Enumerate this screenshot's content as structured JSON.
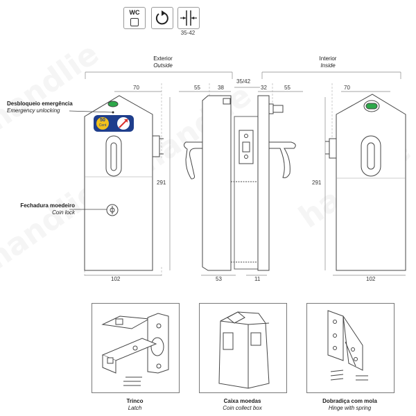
{
  "icons": {
    "wc_label": "WC",
    "thickness_range": "35-42"
  },
  "headers": {
    "exterior": "Exterior",
    "exterior_en": "Outside",
    "interior": "Interior",
    "interior_en": "Inside"
  },
  "callouts": {
    "emergency": "Desbloqueio emergência",
    "emergency_en": "Emergency unlocking",
    "coin": "Fechadura moedeiro",
    "coin_en": "Coin lock",
    "badge_value": "50",
    "badge_unit": "Cent"
  },
  "dimensions": {
    "left_width_top": "70",
    "left_height": "291",
    "left_width_bottom": "102",
    "side_55_left": "55",
    "side_38": "38",
    "side_door": "35/42",
    "side_32": "32",
    "side_55_right": "55",
    "side_53": "53",
    "side_11": "11",
    "right_width_top": "70",
    "right_height": "291",
    "right_width_bottom": "102"
  },
  "accessories": [
    {
      "label": "Trinco",
      "label_en": "Latch",
      "icon": "latch-icon"
    },
    {
      "label": "Caixa moedas",
      "label_en": "Coin collect box",
      "icon": "coin-box-icon"
    },
    {
      "label": "Dobradiça com mola",
      "label_en": "Hinge with spring",
      "icon": "spring-hinge-icon"
    }
  ],
  "watermark": "handlie",
  "colors": {
    "indicator_green": "#2ea84a",
    "badge_blue": "#1f3e8c",
    "badge_yellow": "#f3c21b",
    "arrow_red": "#d9302c"
  }
}
